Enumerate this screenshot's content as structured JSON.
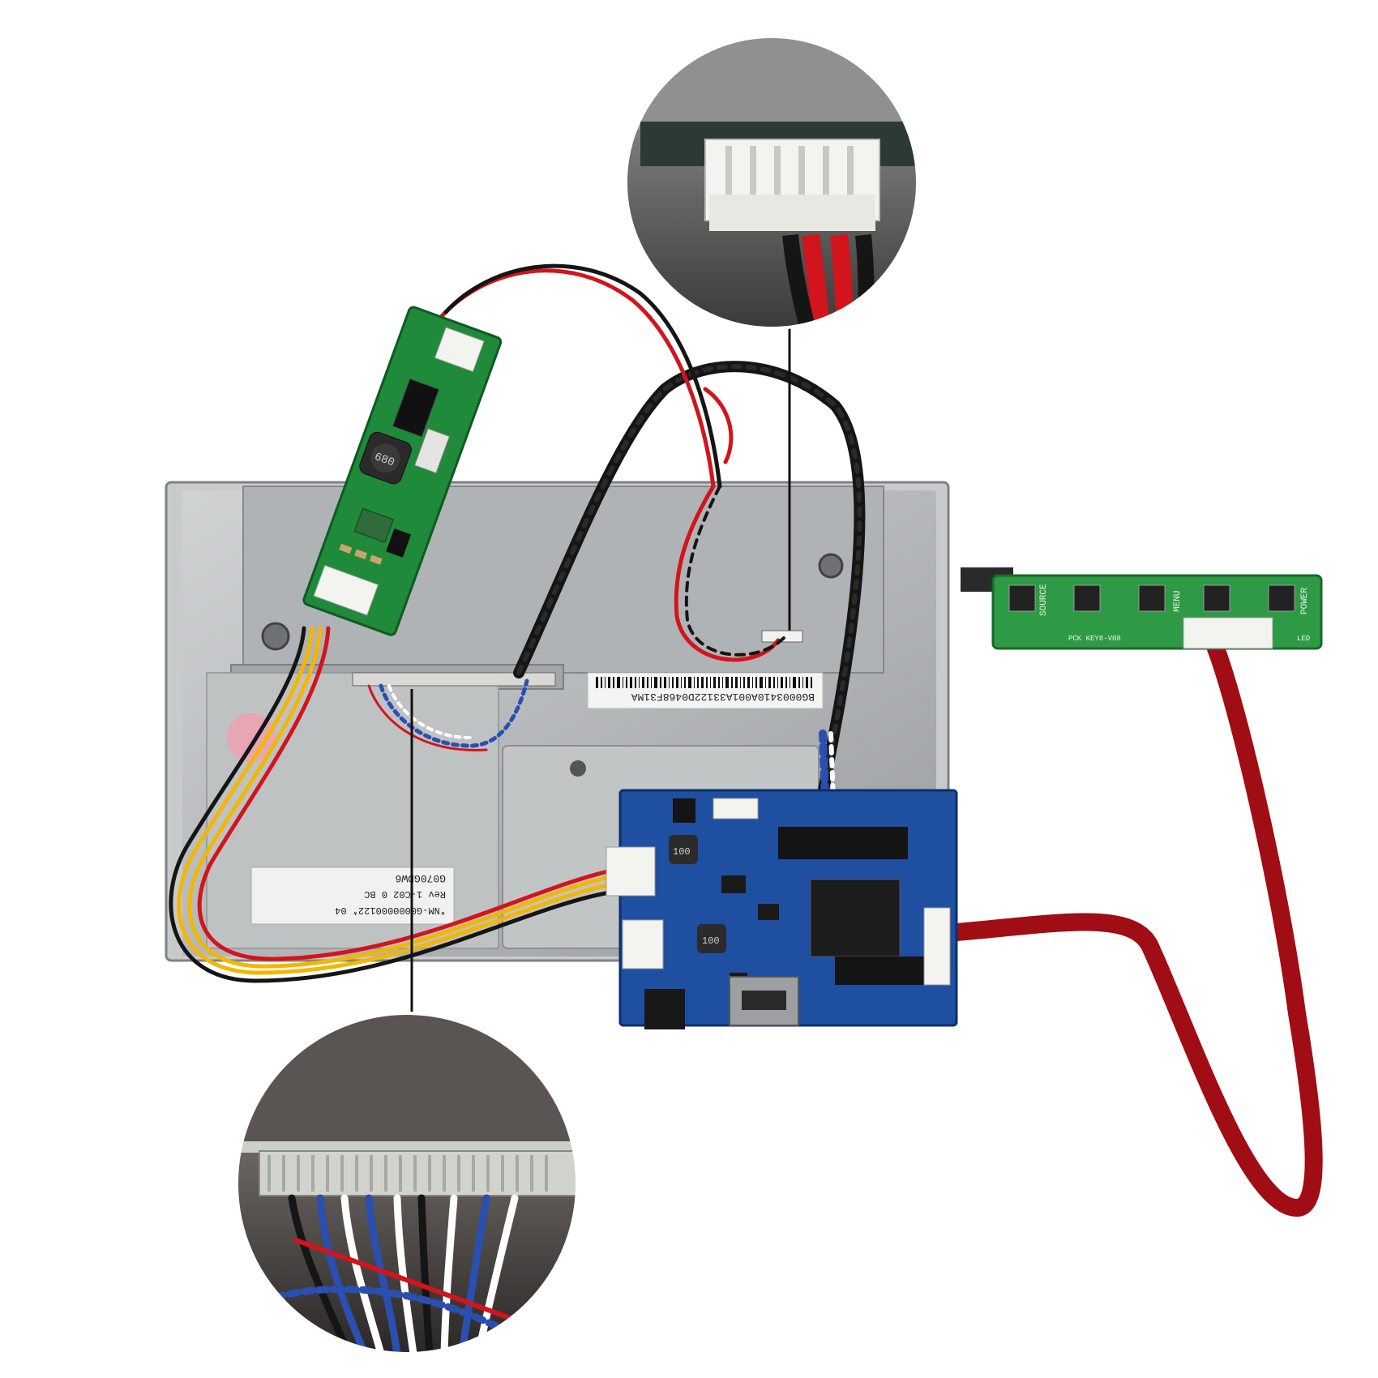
{
  "colors": {
    "background": "#ffffff",
    "panel_metal": "#b9bcbd",
    "panel_metal_dark": "#8d9092",
    "inverter_pcb": "#1f8a3a",
    "controller_pcb": "#1f4fa0",
    "keypad_pcb": "#2f9a45",
    "wire_red": "#d2141c",
    "wire_black": "#151515",
    "wire_yellow": "#f2b705",
    "wire_blue": "#2b4fb0",
    "connector_white": "#f3f3ef",
    "barcode_label": "#f4f4f2",
    "pink_sticker": "#e8a5b4"
  },
  "labels": {
    "panel_barcode_text": "BG0003410A001A33122D0468F31MA",
    "panel_model_label_line1": "*NM-G0000000122*  04",
    "panel_model_label_line2": "Rev    1-C02         0    BC",
    "panel_model_label_line3": "G070GDW6",
    "inductor_top_marking": "680",
    "inductor_left_marking": "100",
    "inductor_mid_marking": "100",
    "keypad_button_label_1": "SOURCE",
    "keypad_button_label_2": "MENU",
    "keypad_button_label_3": "POWER",
    "keypad_silkscreen": "PCK KEY8-V08",
    "keypad_led_label": "LED"
  },
  "icons": {
    "top_callout": "backlight-connector-zoom-icon",
    "bottom_callout": "lvds-connector-zoom-icon",
    "hdmi": "hdmi-port-icon"
  }
}
